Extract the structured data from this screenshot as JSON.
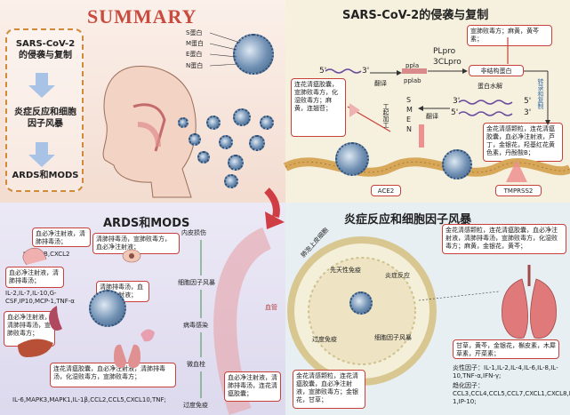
{
  "summary": {
    "title": "SUMMARY",
    "steps": [
      "SARS-CoV-2的侵袭与复制",
      "炎症反应和细胞因子风暴",
      "ARDS和MODS"
    ],
    "protein_labels": [
      "S蛋白",
      "M蛋白",
      "E蛋白",
      "N蛋白"
    ]
  },
  "sars": {
    "title": "SARS-CoV-2的侵袭与复制",
    "herb_top": "宣肺败毒方；麻黄，黄芩素；",
    "plpro": "PLpro",
    "clpro": "3CLpro",
    "nonstructural": "非结构蛋白",
    "ppla": "ppla",
    "pplab": "pplab",
    "translate1": "翻译",
    "hydrolysis": "蛋白水解",
    "transcription": "转录和复制",
    "five": "5'",
    "three": "3'",
    "herb_left": "连花清瘟胶囊，宣肺败毒方，化湿败毒方；麻黄，连翘苷；",
    "smen": [
      "S",
      "M",
      "E",
      "N"
    ],
    "translate2": "翻译",
    "assembly": "工起加工",
    "herb_right": "金花清感颗粒，连花清瘟胶囊，血必净注射液，芦丁，金银花，羟基红花黄色素，丹酚酸B；",
    "ace2": "ACE2",
    "tmprss2": "TMPRSS2"
  },
  "ards": {
    "title": "ARDS和MODS",
    "lung_herb": "血必净注射液，清肺排毒汤；",
    "lung_factors": "IL6,IL1B,CXCL2",
    "brain_herb": "清肺排毒汤，宣肺败毒方，血必净注射液；",
    "heart_herb": "血必净注射液，清肺排毒汤；",
    "heart_factors": "IL-2,IL-7,IL-10,G-CSF,IP10,MCP-1,TNF-α",
    "kidney_herb": "血必净注射液，清肺排毒汤，宣肺败毒方；",
    "stomach_herb": "清肺排毒汤，血必净注射液；",
    "liver_herb": "连花清瘟胶囊，血必净注射液，清肺排毒汤，化湿败毒方，宣肺败毒方；",
    "bottom_factors": "IL-6,MAPK3,MAPK1,IL-1β,CCL2,CCL5,CXCL10,TNF;",
    "flow": [
      "内皮损伤",
      "细胞因子风暴",
      "病毒感染",
      "微血栓",
      "过度免疫"
    ],
    "vessel": "血管",
    "vessel_herb": "血必净注射液，清肺排毒汤，连花清瘟胶囊；"
  },
  "infl": {
    "title": "炎症反应和细胞因子风暴",
    "herb_tr": "金花清感颗粒，连花清瘟胶囊，血必净注射液，清肺排毒汤，宣肺败毒方，化湿败毒方；麻黄，金银花，黄芩；",
    "ring": [
      "肺泡上皮细胞",
      "先天性免疫",
      "炎症反应",
      "过度免疫",
      "细胞因子风暴"
    ],
    "herb_bl": "金花清感颗粒，连花清瘟胶囊，血必净注射液，宣肺败毒方；金银花，甘草；",
    "herb_br": "甘草，黄芩，金银花，槲皮素，木犀草素，芹菜素；",
    "inflam_factors": "炎性因子：IL-1,IL-2,IL-4,IL-6,IL-8,IL-10,TNF-α,IFN-γ;",
    "chemo_factors": "趋化因子：CCL3,CCL4,CCL5,CCL7,CXCL1,CXCL8,MCO-1,IP-10;"
  }
}
